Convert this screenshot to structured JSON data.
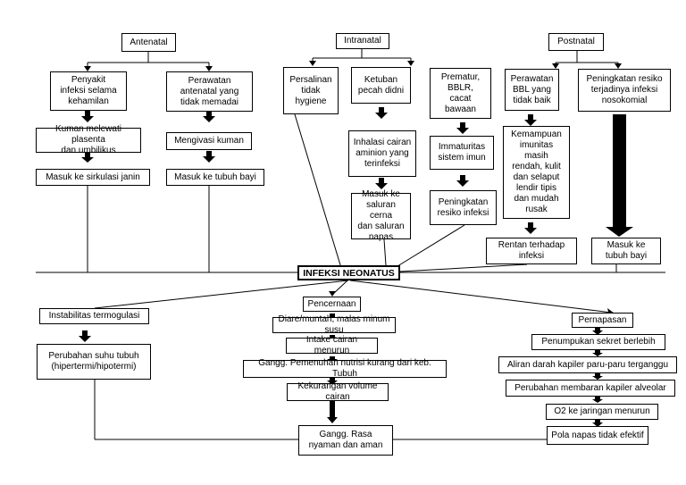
{
  "nodes": {
    "antenatal": "Antenatal",
    "intranatal": "Intranatal",
    "postnatal": "Postnatal",
    "penyakit": "Penyakit\ninfeksi selama\nkehamilan",
    "perawatan_ante": "Perawatan\nantenatal yang\ntidak memadai",
    "kuman_plasenta": "Kuman melewati plasenta\ndan umbilikus",
    "mengivasi": "Mengivasi kuman",
    "sirkulasi": "Masuk ke sirkulasi janin",
    "tubuh_bayi_1": "Masuk ke tubuh bayi",
    "persalinan": "Persalinan\ntidak\nhygiene",
    "ketuban": "Ketuban\npecah didni",
    "inhalasi": "Inhalasi cairan\naminion yang\nterinfeksi",
    "saluran": "Masuk ke\nsaluran cerna\ndan saluran\nnapas",
    "prematur": "Prematur,\nBBLR,\ncacat\nbawaan",
    "immaturitas": "Immaturitas\nsistem imun",
    "peningkatan_resiko": "Peningkatan\nresiko infeksi",
    "perawatan_bbl": "Perawatan\nBBL yang\ntidak baik",
    "peningkatan_noso": "Peningkatan resiko\nterjadinya infeksi\nnosokomial",
    "kemampuan": "Kemampuan\nimunitas\nmasih\nrendah, kulit\ndan selaput\nlendir tipis\ndan mudah\nrusak",
    "rentan": "Rentan terhadap\ninfeksi",
    "tubuh_bayi_2": "Masuk ke\ntubuh bayi",
    "infeksi": "INFEKSI NEONATUS",
    "instabilitas": "Instabilitas termogulasi",
    "perubahan_suhu": "Perubahan suhu tubuh\n(hipertermi/hipotermi)",
    "pencernaan": "Pencernaan",
    "diare": "Diare/muntah, malas minum susu",
    "intake": "Intake cairan menurun",
    "gangg_nutrisi": "Gangg. Pemenuhan nutrisi kurang dari keb. Tubuh",
    "kekurangan": "Kekurangan volume cairan",
    "gangg_rasa": "Gangg. Rasa\nnyaman dan aman",
    "pernapasan": "Pernapasan",
    "sekret": "Penumpukan sekret berlebih",
    "aliran": "Aliran darah kapiler paru-paru terganggu",
    "membaran": "Perubahan membaran kapiler alveolar",
    "o2": "O2 ke jaringan menurun",
    "pola": "Pola napas tidak efektif"
  }
}
